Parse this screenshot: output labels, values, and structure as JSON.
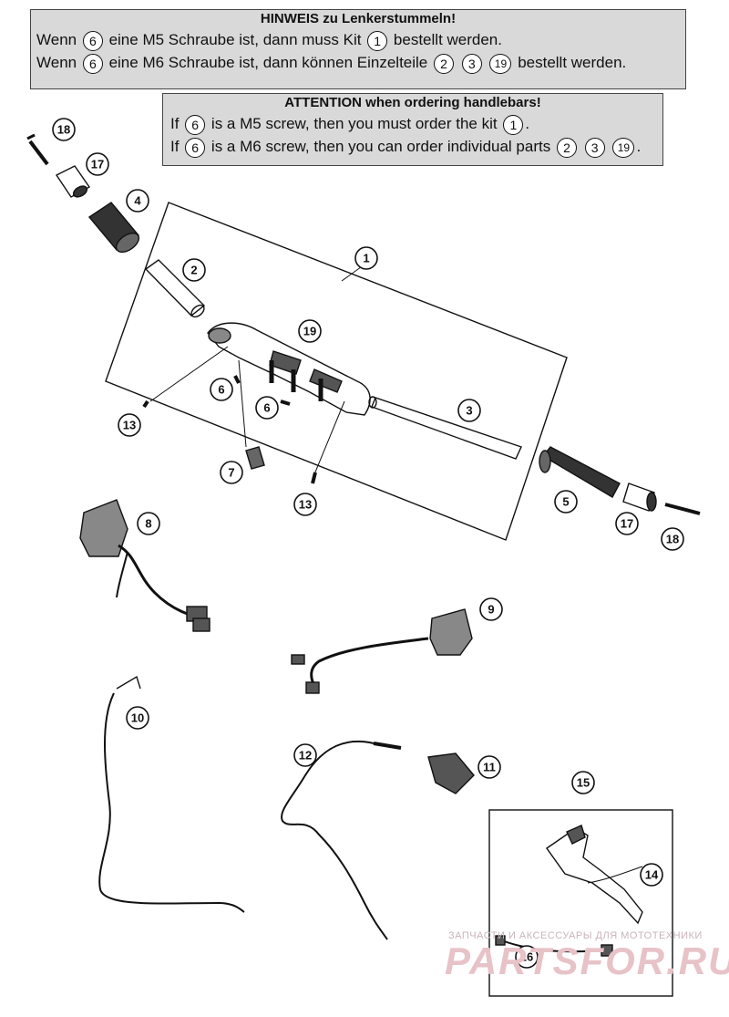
{
  "notice_de": {
    "title": "HINWEIS zu Lenkerstummeln!",
    "line1": {
      "pre": "Wenn",
      "ref_a": "6",
      "mid": "eine M5 Schraube ist, dann muss Kit",
      "ref_b": "1",
      "post": "bestellt werden."
    },
    "line2": {
      "pre": "Wenn",
      "ref_a": "6",
      "mid": "eine M6 Schraube ist, dann können Einzelteile",
      "refs": [
        "2",
        "3",
        "19"
      ],
      "post": "bestellt werden."
    }
  },
  "notice_en": {
    "title": "ATTENTION when ordering handlebars!",
    "line1": {
      "pre": "If",
      "ref_a": "6",
      "mid": "is a M5 screw, then you must order the kit",
      "ref_b": "1",
      "post": "."
    },
    "line2": {
      "pre": "If",
      "ref_a": "6",
      "mid": "is a M6 screw, then you can order individual parts",
      "refs": [
        "2",
        "3",
        "19"
      ],
      "post": "."
    }
  },
  "callouts": [
    "1",
    "2",
    "3",
    "4",
    "5",
    "6",
    "6",
    "7",
    "8",
    "9",
    "10",
    "11",
    "12",
    "13",
    "13",
    "14",
    "15",
    "16",
    "17",
    "17",
    "18",
    "18",
    "19"
  ],
  "watermark": {
    "small": "ЗАПЧАСТИ И АКСЕССУАРЫ ДЛЯ МОТОТЕХНИКИ",
    "large": "PARTSFOR.RU"
  }
}
